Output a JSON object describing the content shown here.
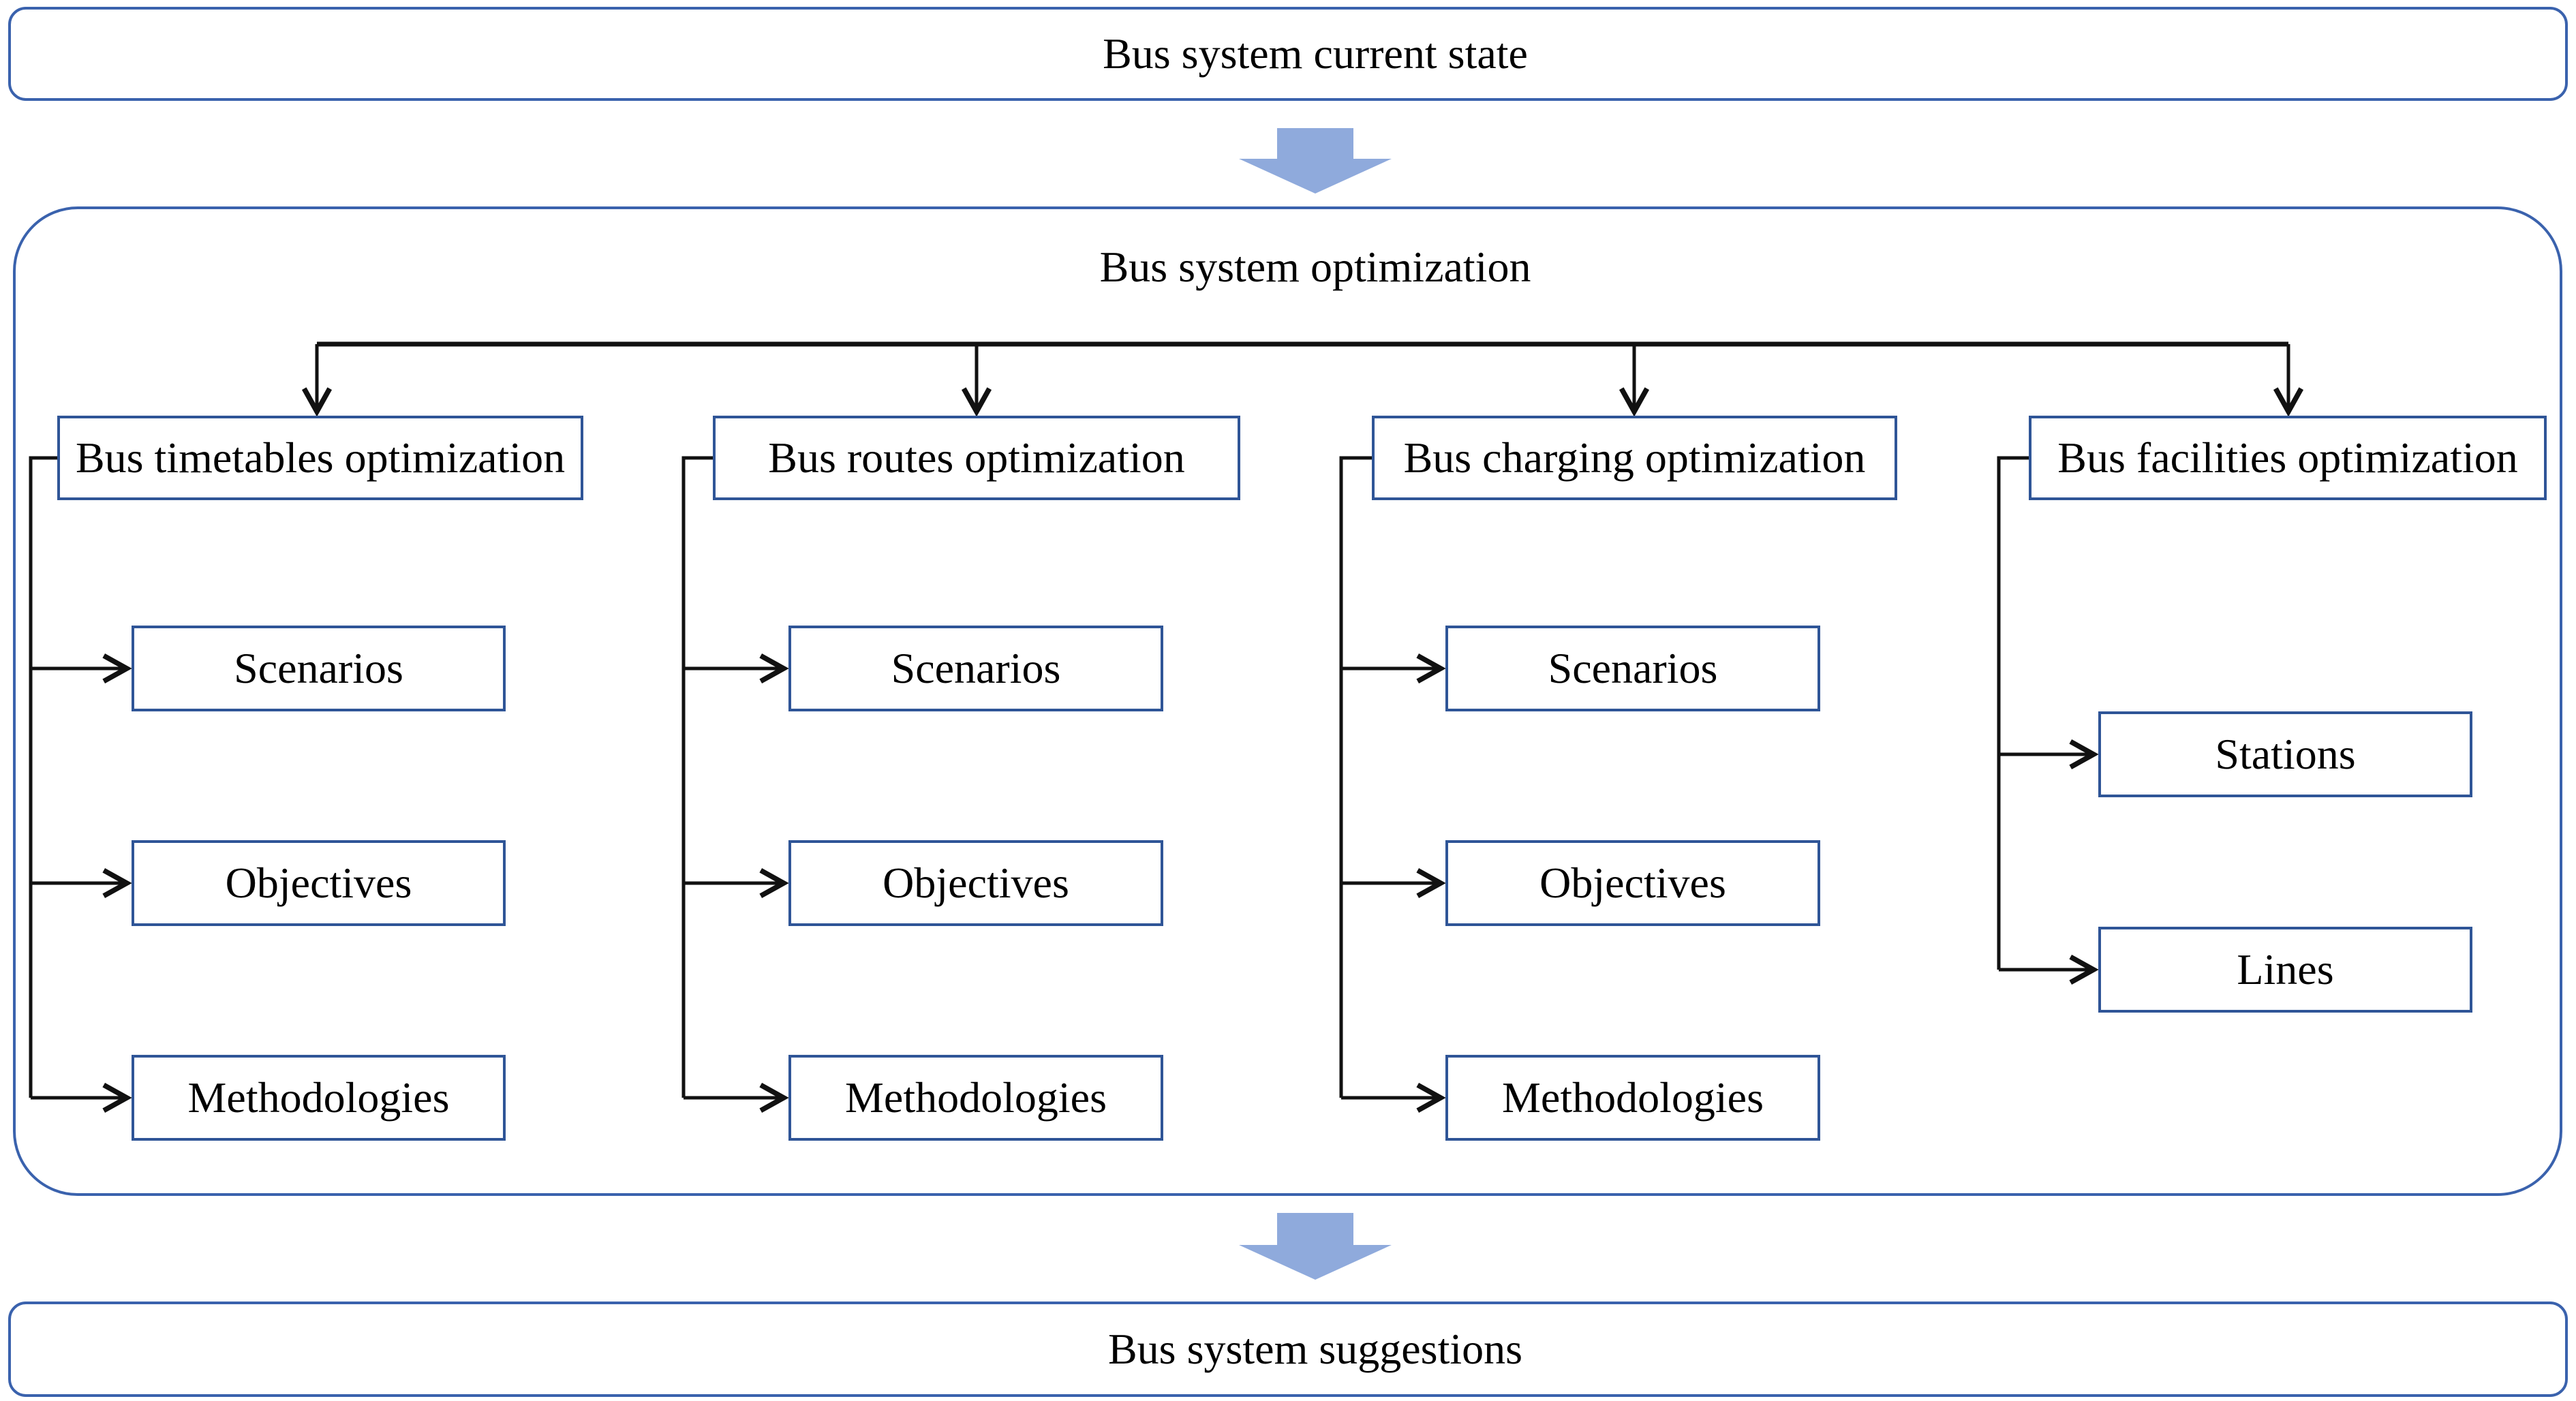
{
  "diagram": {
    "nodes": {
      "current_state": "Bus system current state",
      "optimization": "Bus system optimization",
      "suggestions": "Bus system suggestions"
    },
    "branches": [
      {
        "title": "Bus timetables optimization",
        "children": [
          "Scenarios",
          "Objectives",
          "Methodologies"
        ]
      },
      {
        "title": "Bus routes optimization",
        "children": [
          "Scenarios",
          "Objectives",
          "Methodologies"
        ]
      },
      {
        "title": "Bus charging optimization",
        "children": [
          "Scenarios",
          "Objectives",
          "Methodologies"
        ]
      },
      {
        "title": "Bus facilities optimization",
        "children": [
          "Stations",
          "Lines"
        ]
      }
    ],
    "colors": {
      "inner_box_border": "#2F5597",
      "outer_box_border": "#3A62AD",
      "flow_arrow_fill": "#8FAADC",
      "connector": "#111111"
    }
  }
}
